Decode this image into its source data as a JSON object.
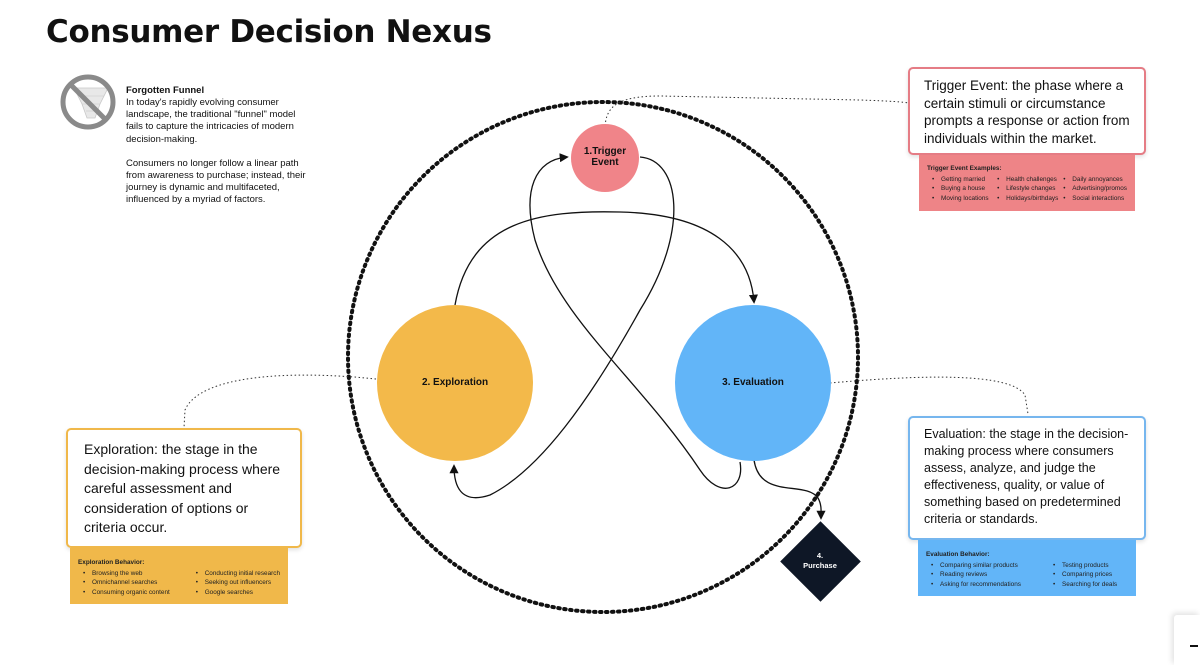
{
  "title": "Consumer Decision Nexus",
  "forgotten_funnel": {
    "heading": "Forgotten Funnel",
    "paragraph_1": "In today's rapidly evolving consumer landscape, the traditional \"funnel\" model fails to capture the intricacies of modern decision-making.",
    "paragraph_2": "Consumers no longer follow a linear path from awareness to purchase; instead, their journey is dynamic and multifaceted, influenced by a myriad of factors."
  },
  "nodes": {
    "trigger": {
      "label_line1": "1.Trigger",
      "label_line2": "Event",
      "color": "#f08489"
    },
    "exploration": {
      "label": "2. Exploration",
      "color": "#f3b94a"
    },
    "evaluation": {
      "label": "3. Evaluation",
      "color": "#62b5f8"
    },
    "purchase": {
      "label_line1": "4.",
      "label_line2": "Purchase",
      "color": "#0e1726"
    }
  },
  "trigger_card": {
    "text": "Trigger Event: the phase where a certain stimuli or circumstance prompts a response or action from individuals within the market.",
    "examples_title": "Trigger Event Examples:",
    "examples": [
      [
        "Getting married",
        "Buying a house",
        "Moving locations"
      ],
      [
        "Health challenges",
        "Lifestyle changes",
        "Holidays/birthdays"
      ],
      [
        "Daily annoyances",
        "Advertising/promos",
        "Social interactions"
      ]
    ],
    "border_color": "#e57c85",
    "box_color": "#ee8487"
  },
  "exploration_card": {
    "text": "Exploration: the stage in the decision-making process where careful assessment and consideration of options or criteria occur.",
    "behavior_title": "Exploration Behavior:",
    "behaviors": [
      [
        "Browsing the web",
        "Omnichannel searches",
        "Consuming organic content"
      ],
      [
        "Conducting initial research",
        "Seeking out influencers",
        "Google searches"
      ]
    ],
    "border_color": "#f0b84a"
  },
  "evaluation_card": {
    "text": "Evaluation: the stage in the decision-making process where consumers assess, analyze, and judge the effectiveness, quality, or value of something based on predetermined criteria or standards.",
    "behavior_title": "Evaluation Behavior:",
    "behaviors": [
      [
        "Comparing similar products",
        "Reading reviews",
        "Asking for recommendations"
      ],
      [
        "Testing products",
        "Comparing prices",
        "Searching for deals"
      ]
    ],
    "border_color": "#76b6ee"
  },
  "funnel_icon": {
    "icon": "no-funnel-icon",
    "color": "#8a8a8a"
  }
}
